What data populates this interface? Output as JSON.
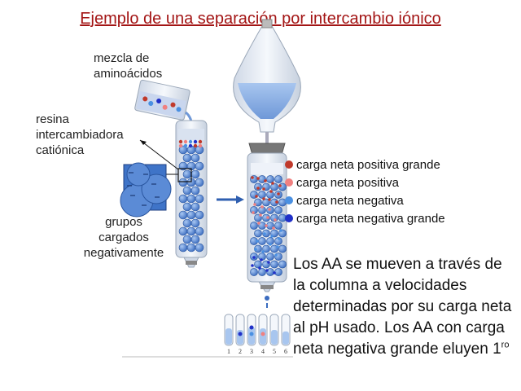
{
  "title": "Ejemplo de una separación por intercambio iónico",
  "labels": {
    "mixture_line1": "mezcla de",
    "mixture_line2": "aminoácidos",
    "resin_line1": "resina",
    "resin_line2": "intercambiadora",
    "resin_line3": "catiónica",
    "groups_line1": "grupos",
    "groups_line2": "cargados",
    "groups_line3": "negativamente"
  },
  "legend": [
    {
      "label": "carga neta positiva grande",
      "color": "#c0392b"
    },
    {
      "label": "carga neta positiva",
      "color": "#f08080"
    },
    {
      "label": "carga neta negativa",
      "color": "#4a90e2"
    },
    {
      "label": "carga neta negativa grande",
      "color": "#2030c8"
    }
  ],
  "description": {
    "text": "Los AA se mueven a través de la columna a velocidades determinadas por su carga neta al pH usado. Los AA con carga neta negativa grande eluyen 1",
    "superscript": "ro"
  },
  "tubes": {
    "labels": [
      "1",
      "2",
      "3",
      "4",
      "5",
      "6"
    ]
  },
  "colors": {
    "title": "#a31515",
    "resin_bead": "#4a7fd0",
    "column_glass": "#e8eef7",
    "funnel_liquid": "#8fb4e8",
    "arrow": "#2f5fb0"
  }
}
